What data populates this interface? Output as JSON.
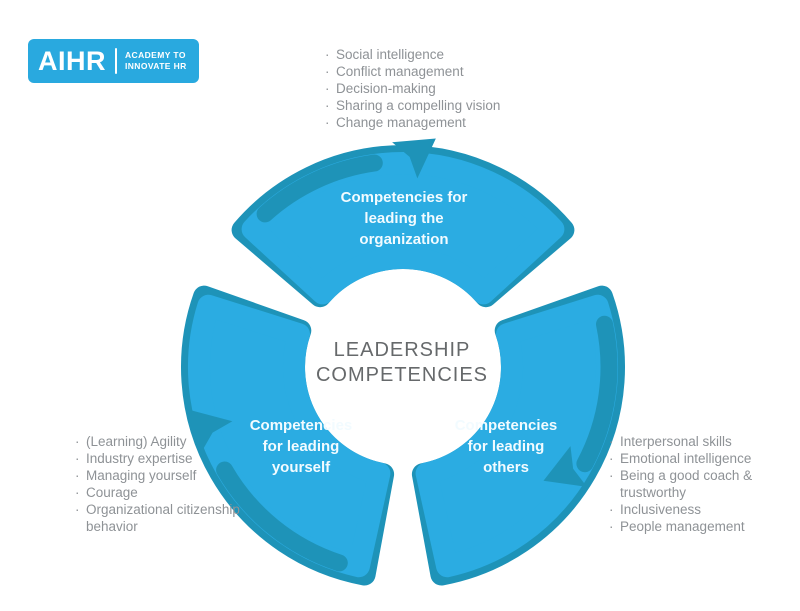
{
  "logo": {
    "brand": "AIHR",
    "tagline_line1": "ACADEMY TO",
    "tagline_line2": "INNOVATE HR"
  },
  "center": {
    "line1": "LEADERSHIP",
    "line2": "COMPETENCIES"
  },
  "segments": {
    "organization": {
      "label": "Competencies for leading the organization"
    },
    "yourself": {
      "label": "Competencies for leading yourself"
    },
    "others": {
      "label": "Competencies for leading others"
    }
  },
  "lists": {
    "organization": [
      "Social intelligence",
      "Conflict management",
      "Decision-making",
      "Sharing a compelling vision",
      "Change management"
    ],
    "yourself": [
      "(Learning) Agility",
      "Industry expertise",
      "Managing yourself",
      "Courage",
      "Organizational citizenship behavior"
    ],
    "others": [
      "Interpersonal skills",
      "Emotional intelligence",
      "Being a good coach & trustworthy",
      "Inclusiveness",
      "People management"
    ]
  },
  "colors": {
    "segment_blue": "#2bace2",
    "arrow_teal": "#1e93b8",
    "logo_blue": "#29a9df",
    "list_gray": "#8e9296",
    "title_gray": "#66696b"
  }
}
